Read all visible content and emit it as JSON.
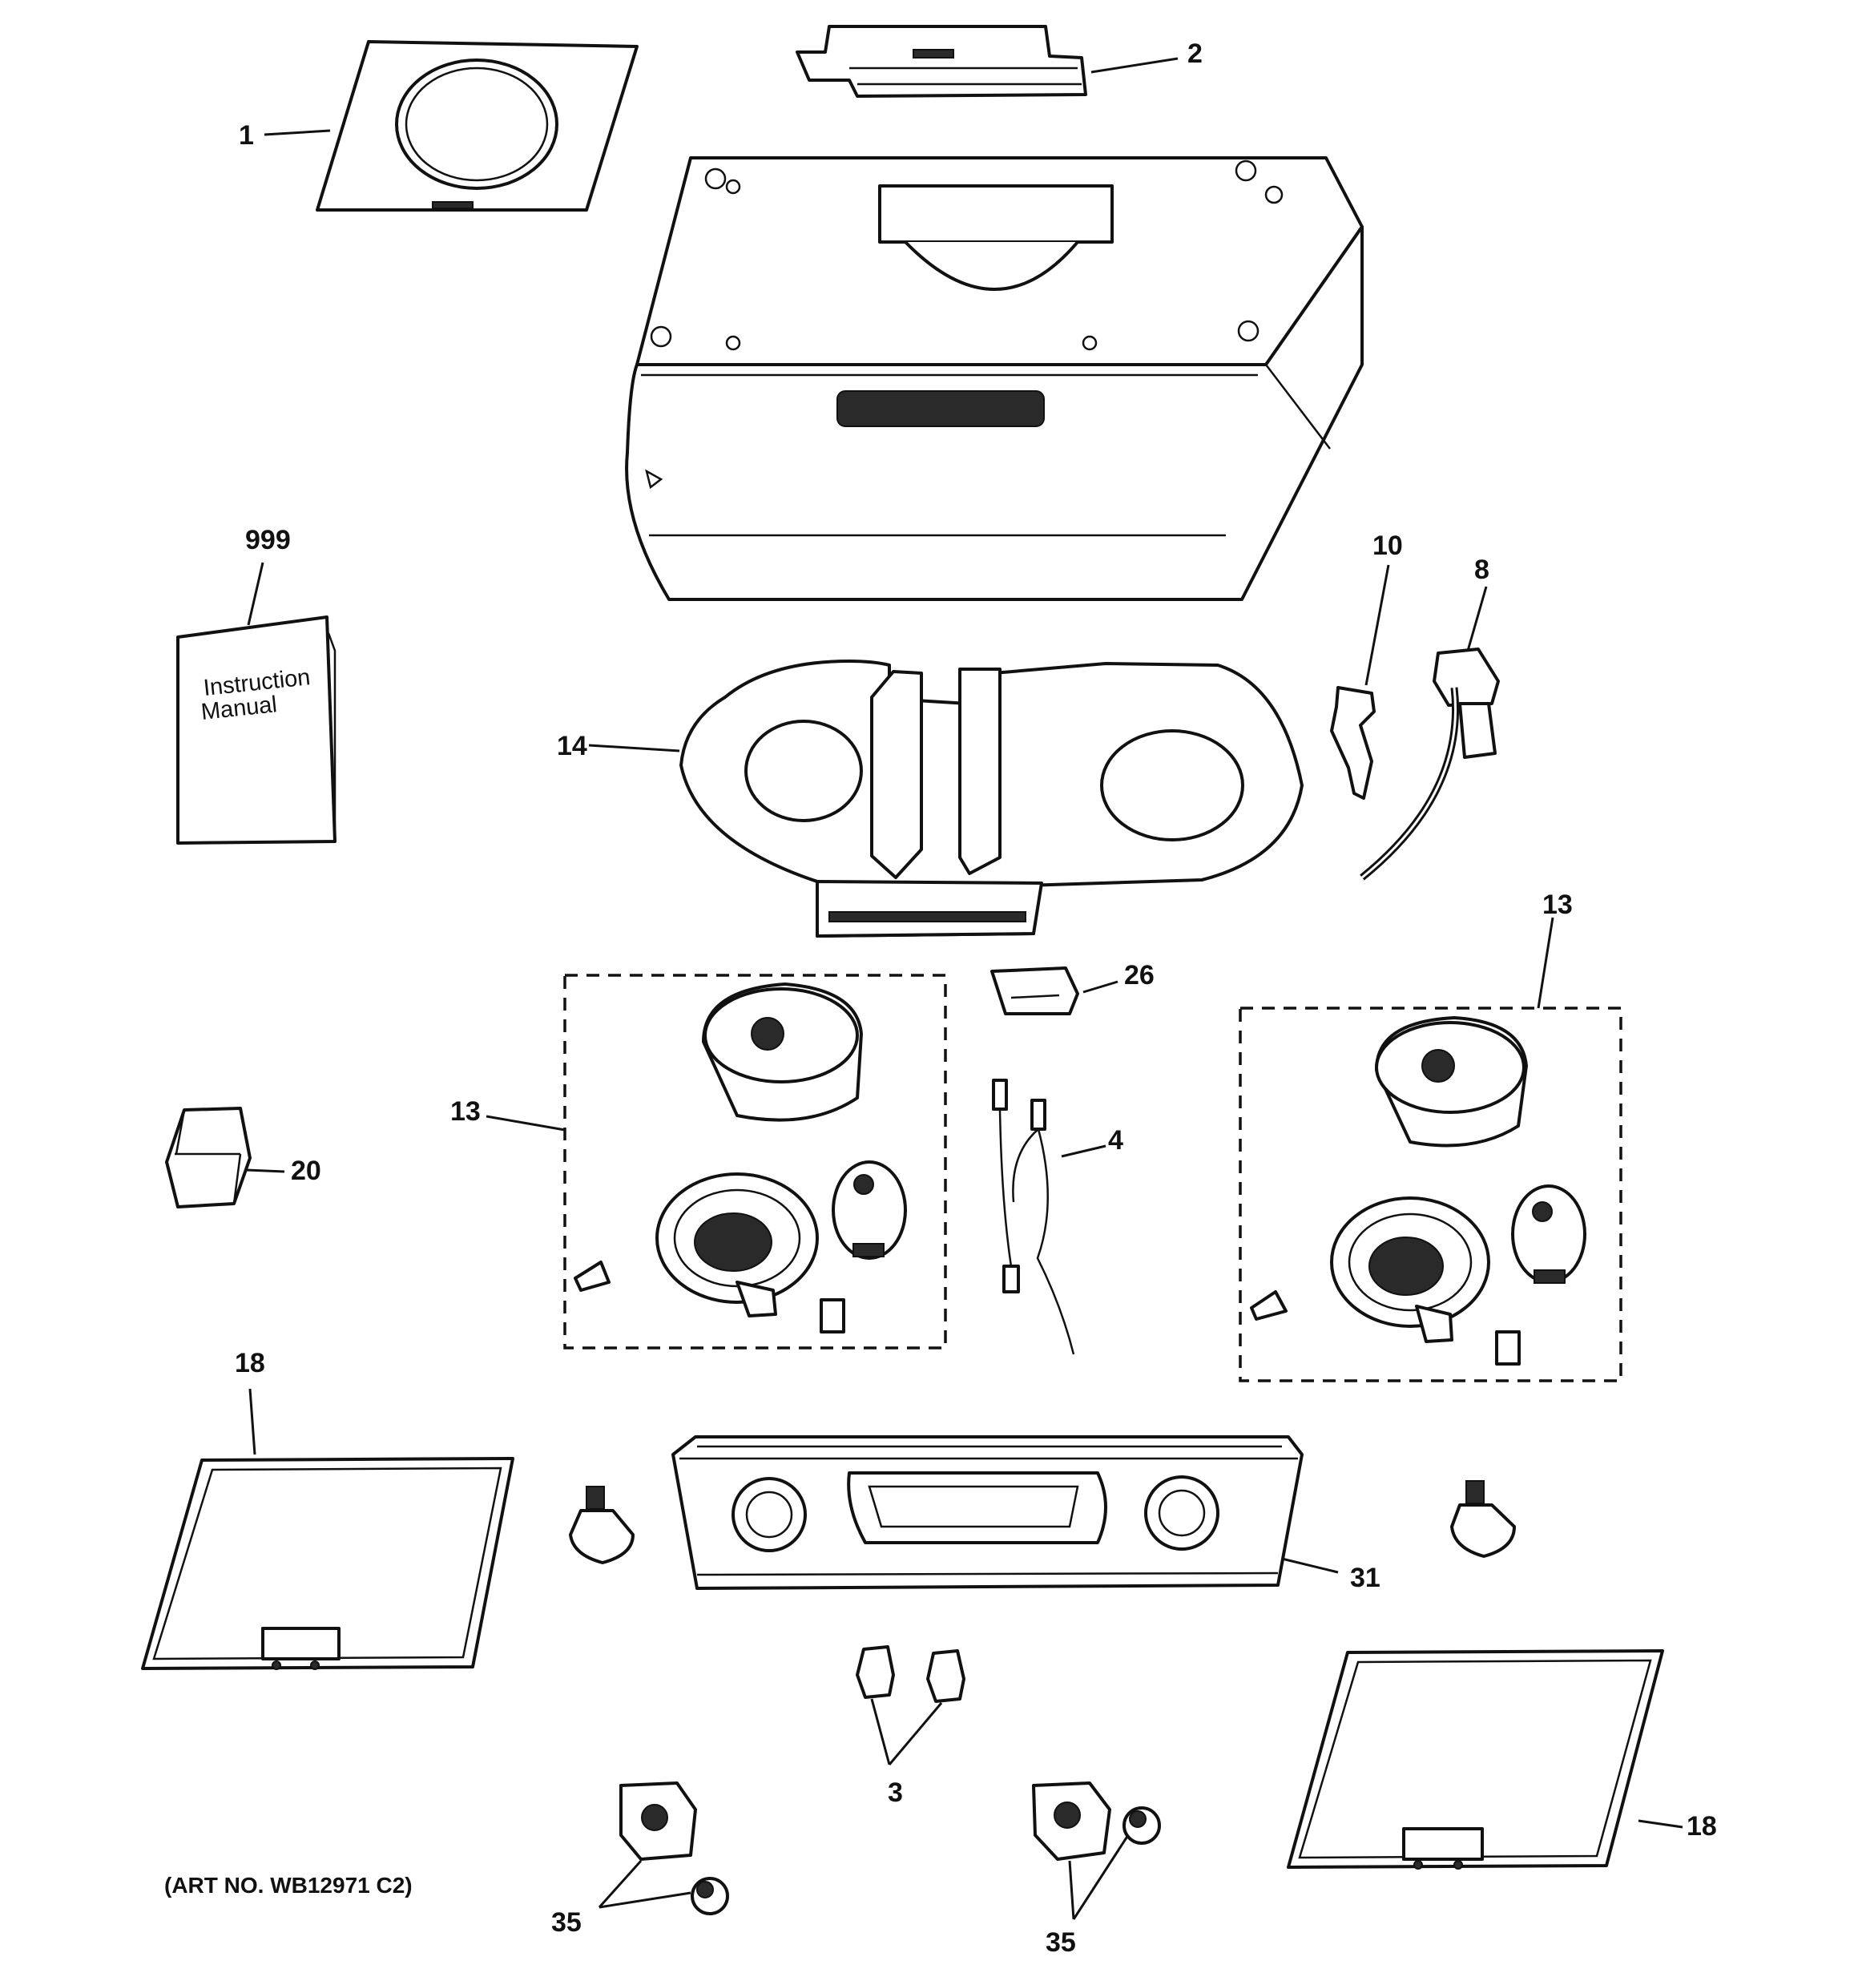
{
  "callouts": {
    "p1": "1",
    "p2": "2",
    "p999": "999",
    "p10": "10",
    "p8": "8",
    "p14": "14",
    "p13_right": "13",
    "p26": "26",
    "p13_left": "13",
    "p4": "4",
    "p20": "20",
    "p18_top": "18",
    "p31": "31",
    "p3": "3",
    "p18_bottom": "18",
    "p35_left": "35",
    "p35_right": "35"
  },
  "manual": {
    "line1": "Instruction",
    "line2": "Manual"
  },
  "art_number": "(ART NO. WB12971 C2)"
}
